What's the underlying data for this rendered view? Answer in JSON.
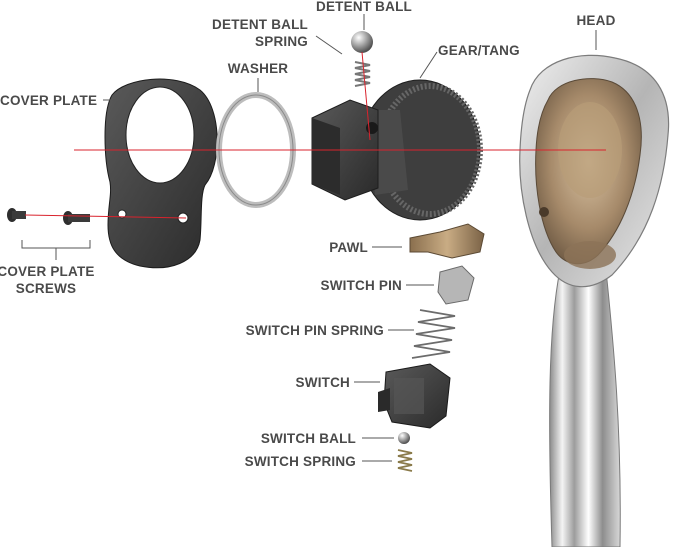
{
  "labels": {
    "detent_ball": "DETENT BALL",
    "detent_ball_spring_1": "DETENT BALL",
    "detent_ball_spring_2": "SPRING",
    "washer": "WASHER",
    "gear_tang": "GEAR/TANG",
    "head": "HEAD",
    "cover_plate": "COVER PLATE",
    "cover_plate_screws_1": "COVER PLATE",
    "cover_plate_screws_2": "SCREWS",
    "pawl": "PAWL",
    "switch_pin": "SWITCH PIN",
    "switch_pin_spring": "SWITCH PIN SPRING",
    "switch": "SWITCH",
    "switch_ball": "SWITCH BALL",
    "switch_spring": "SWITCH SPRING"
  },
  "colors": {
    "label_text": "#4a4a4a",
    "leader_line": "#555555",
    "axis_line": "#d9232d",
    "dark_metal": "#3a3a3a",
    "chrome": "#c8c8c8",
    "brass_interior": "#a68a6a"
  }
}
